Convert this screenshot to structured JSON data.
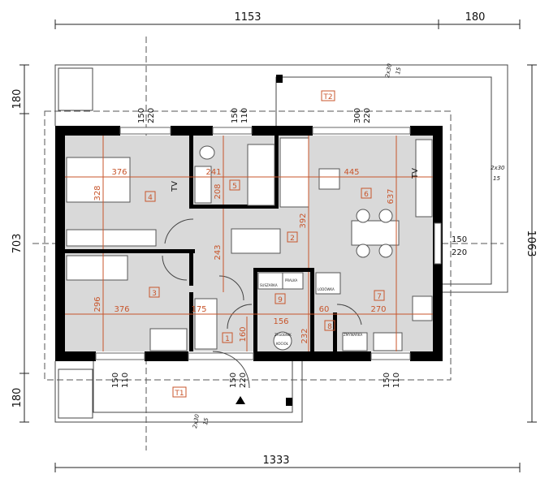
{
  "overall_dims": {
    "top_main": "1153",
    "top_right": "180",
    "bottom": "1333",
    "left_top": "180",
    "left_mid": "703",
    "left_bottom": "180",
    "right": "1063"
  },
  "rooms": [
    {
      "id": "1"
    },
    {
      "id": "2"
    },
    {
      "id": "3"
    },
    {
      "id": "4"
    },
    {
      "id": "5"
    },
    {
      "id": "6"
    },
    {
      "id": "7"
    },
    {
      "id": "8"
    },
    {
      "id": "9"
    },
    {
      "id": "T1"
    },
    {
      "id": "T2"
    }
  ],
  "room_dims": {
    "r4_w": "376",
    "r4_h": "328",
    "r5_w": "241",
    "r5_h": "208",
    "r6_w": "445",
    "r6_h": "637",
    "r2_h": "392",
    "r2_h2": "243",
    "r3_h": "296",
    "r3_w": "376",
    "r1_w": "175",
    "r1_h": "160",
    "r9_w": "156",
    "r9_h": "232",
    "r8_w": "60",
    "r7_w": "270"
  },
  "windows": [
    {
      "w": "150",
      "h": "220"
    },
    {
      "w": "150",
      "h": "110"
    },
    {
      "w": "300",
      "h": "220"
    },
    {
      "w": "150",
      "h": "220"
    },
    {
      "w": "150",
      "h": "110"
    },
    {
      "w": "150",
      "h": "220"
    },
    {
      "w": "150",
      "h": "110"
    }
  ],
  "stairs": {
    "top": "2x30",
    "bottom": "15"
  },
  "tv_label": "TV",
  "appliances": {
    "dryer": "SUSZARKA",
    "washer": "PRALKA",
    "fridge": "LODÓWKA",
    "tank": "ZASOBNIK",
    "boiler": "KOCIOŁ",
    "dishwasher": "ZMYWARKA"
  },
  "colors": {
    "wall": "#000000",
    "floor": "#d9d9d9",
    "dimension": "#c8552b"
  }
}
